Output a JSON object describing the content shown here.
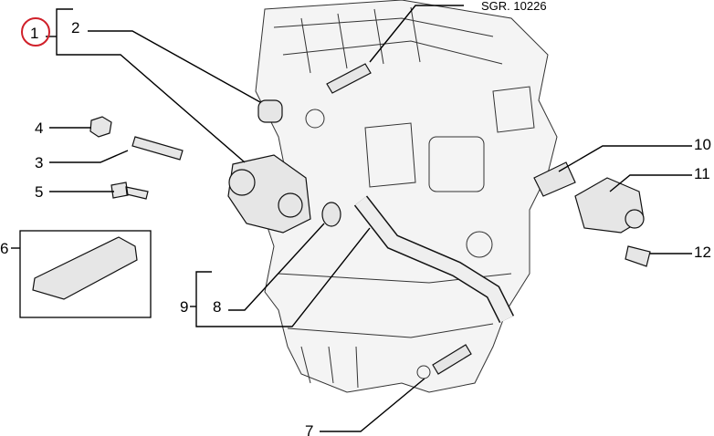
{
  "diagram": {
    "reference_code": "SGR. 10226",
    "highlight_color": "#d0202a",
    "callouts": [
      {
        "id": "1",
        "label": "1",
        "highlighted": true
      },
      {
        "id": "2",
        "label": "2"
      },
      {
        "id": "3",
        "label": "3"
      },
      {
        "id": "4",
        "label": "4"
      },
      {
        "id": "5",
        "label": "5"
      },
      {
        "id": "6",
        "label": "6"
      },
      {
        "id": "7",
        "label": "7"
      },
      {
        "id": "8",
        "label": "8"
      },
      {
        "id": "9",
        "label": "9"
      },
      {
        "id": "10",
        "label": "10"
      },
      {
        "id": "11",
        "label": "11"
      },
      {
        "id": "12",
        "label": "12"
      }
    ]
  }
}
